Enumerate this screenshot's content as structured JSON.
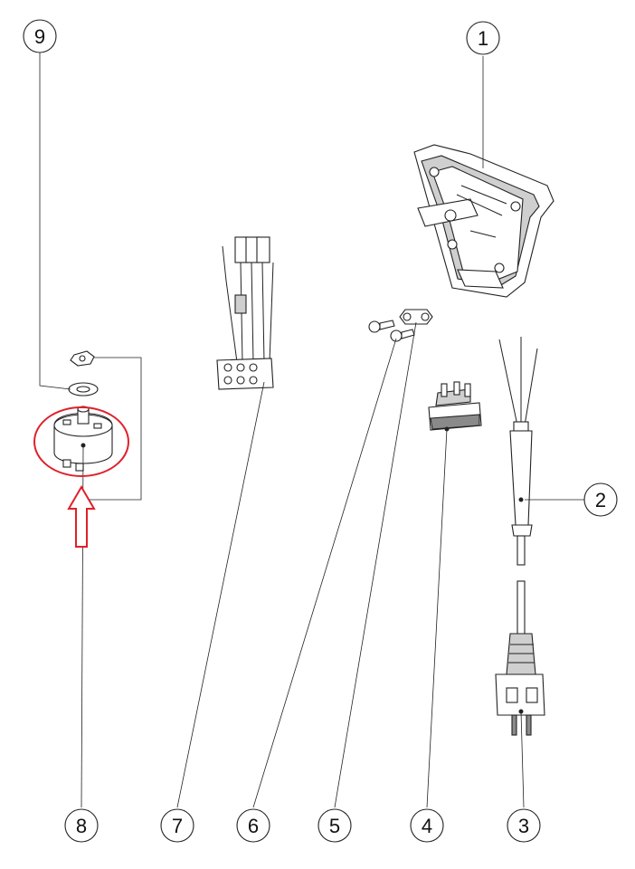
{
  "callouts": [
    {
      "label": "1"
    },
    {
      "label": "2"
    },
    {
      "label": "3"
    },
    {
      "label": "4"
    },
    {
      "label": "5"
    },
    {
      "label": "6"
    },
    {
      "label": "7"
    },
    {
      "label": "8"
    },
    {
      "label": "9"
    }
  ],
  "highlight": {
    "color": "#e0202a",
    "target_part": "8"
  }
}
